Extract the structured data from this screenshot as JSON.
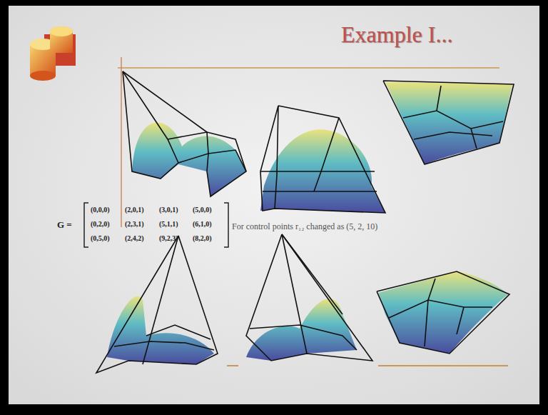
{
  "diagram": {
    "title": "Example I...",
    "labels": [
      "G =",
      "(0,0,0)",
      "(2,0,1)",
      "(3,0,1)",
      "(5,0,0)",
      "(0,2,0)",
      "(2,3,1)",
      "(5,1,1)",
      "(6,1,0)",
      "(0,5,0)",
      "(2,4,2)",
      "(9,2,3)",
      "(8,2,0)",
      "For control points r₁₂ changed as (5, 2, 10)"
    ]
  }
}
